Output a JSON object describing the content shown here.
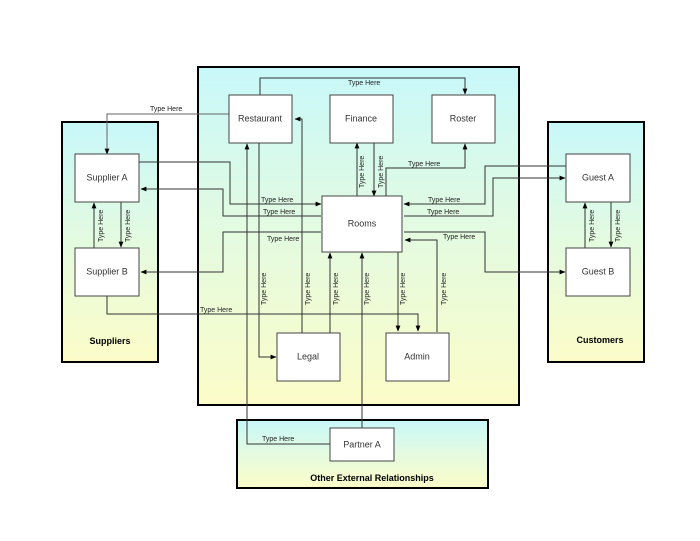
{
  "groups": [
    {
      "id": "main",
      "label": ""
    },
    {
      "id": "suppliers",
      "label": "Suppliers"
    },
    {
      "id": "customers",
      "label": "Customers"
    },
    {
      "id": "external",
      "label": "Other External Relationships"
    }
  ],
  "nodes": [
    {
      "id": "restaurant",
      "label": "Restaurant"
    },
    {
      "id": "finance",
      "label": "Finance"
    },
    {
      "id": "roster",
      "label": "Roster"
    },
    {
      "id": "rooms",
      "label": "Rooms"
    },
    {
      "id": "legal",
      "label": "Legal"
    },
    {
      "id": "admin",
      "label": "Admin"
    },
    {
      "id": "supplier_a",
      "label": "Supplier A"
    },
    {
      "id": "supplier_b",
      "label": "Supplier B"
    },
    {
      "id": "guest_a",
      "label": "Guest A"
    },
    {
      "id": "guest_b",
      "label": "Guest B"
    },
    {
      "id": "partner_a",
      "label": "Partner A"
    }
  ],
  "edge_label": "Type Here",
  "edges": [
    {
      "from": "restaurant",
      "to": "roster",
      "label": "Type Here"
    },
    {
      "from": "restaurant",
      "to": "supplier_a",
      "label": "Type Here"
    },
    {
      "from": "rooms",
      "to": "finance",
      "label": "Type Here"
    },
    {
      "from": "finance",
      "to": "rooms",
      "label": "Type Here"
    },
    {
      "from": "rooms",
      "to": "roster",
      "label": "Type Here"
    },
    {
      "from": "supplier_a",
      "to": "rooms",
      "label": "Type Here"
    },
    {
      "from": "rooms",
      "to": "supplier_a",
      "label": "Type Here"
    },
    {
      "from": "rooms",
      "to": "supplier_b",
      "label": "Type Here"
    },
    {
      "from": "guest_a",
      "to": "rooms",
      "label": "Type Here"
    },
    {
      "from": "rooms",
      "to": "guest_a",
      "label": "Type Here"
    },
    {
      "from": "rooms",
      "to": "guest_b",
      "label": "Type Here"
    },
    {
      "from": "admin",
      "to": "rooms",
      "label": "Type Here"
    },
    {
      "from": "rooms",
      "to": "admin",
      "label": "Type Here"
    },
    {
      "from": "legal",
      "to": "rooms",
      "label": "Type Here"
    },
    {
      "from": "partner_a",
      "to": "rooms",
      "label": "Type Here"
    },
    {
      "from": "restaurant",
      "to": "legal",
      "label": "Type Here"
    },
    {
      "from": "legal",
      "to": "restaurant",
      "label": "Type Here"
    },
    {
      "from": "supplier_a",
      "to": "supplier_b",
      "label": "Type Here"
    },
    {
      "from": "supplier_b",
      "to": "supplier_a",
      "label": "Type Here"
    },
    {
      "from": "supplier_b",
      "to": "admin",
      "label": "Type Here"
    },
    {
      "from": "guest_a",
      "to": "guest_b",
      "label": "Type Here"
    },
    {
      "from": "guest_b",
      "to": "guest_a",
      "label": "Type Here"
    },
    {
      "from": "partner_a",
      "to": "restaurant",
      "label": "Type Here"
    }
  ],
  "colors": {
    "gradient_top": "#c8f8f8",
    "gradient_bottom": "#fbfbc8",
    "border": "#000000"
  }
}
